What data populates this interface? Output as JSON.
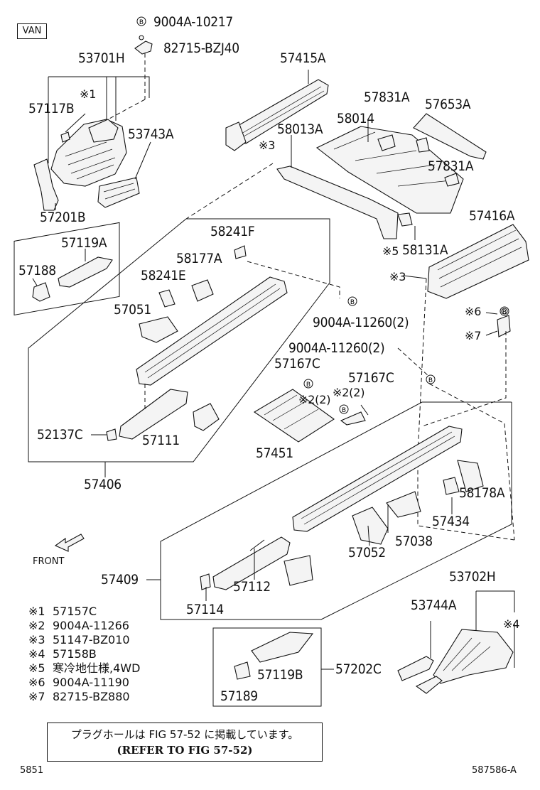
{
  "badge": "VAN",
  "labels": {
    "p90004A10217": "9004A-10217",
    "p82715BZJ40": "82715-BZJ40",
    "p53701H": "53701H",
    "p57415A": "57415A",
    "note1_57117B": "57117B",
    "ref1": "※1",
    "p53743A": "53743A",
    "p57831A_top": "57831A",
    "p57653A": "57653A",
    "p58014": "58014",
    "p58013A": "58013A",
    "ref3_top": "※3",
    "p57831A_mid": "57831A",
    "p57201B": "57201B",
    "p57119A": "57119A",
    "p57188": "57188",
    "p58241F": "58241F",
    "p58177A": "58177A",
    "p58241E": "58241E",
    "p57051": "57051",
    "p57416A": "57416A",
    "p58131A": "58131A",
    "ref5": "※5",
    "ref3_mid": "※3",
    "p9004A11260_a": "9004A-11260(2)",
    "p9004A11260_b": "9004A-11260(2)",
    "ref6": "※6",
    "ref7": "※7",
    "p57167C_a": "57167C",
    "p57167C_b": "57167C",
    "ref2_a": "※2(2)",
    "ref2_b": "※2(2)",
    "p52137C": "52137C",
    "p57111": "57111",
    "p57451": "57451",
    "p57406": "57406",
    "p58178A": "58178A",
    "p57434": "57434",
    "p57052": "57052",
    "p57038": "57038",
    "p57409": "57409",
    "p57112": "57112",
    "p57114": "57114",
    "p53702H": "53702H",
    "p53744A": "53744A",
    "ref4": "※4",
    "p57202C": "57202C",
    "p57119B": "57119B",
    "p57189": "57189",
    "front": "FRONT"
  },
  "legend": [
    {
      "mark": "※1",
      "text": "57157C"
    },
    {
      "mark": "※2",
      "text": "9004A-11266"
    },
    {
      "mark": "※3",
      "text": "51147-BZ010"
    },
    {
      "mark": "※4",
      "text": "57158B"
    },
    {
      "mark": "※5",
      "text": "寒冷地仕様,4WD"
    },
    {
      "mark": "※6",
      "text": "9004A-11190"
    },
    {
      "mark": "※7",
      "text": "82715-BZ880"
    }
  ],
  "note": {
    "line1": "プラグホールは FIG 57-52 に掲載しています。",
    "line2": "(REFER TO FIG 57-52)"
  },
  "footer": {
    "left": "5851",
    "right": "587586-A"
  }
}
